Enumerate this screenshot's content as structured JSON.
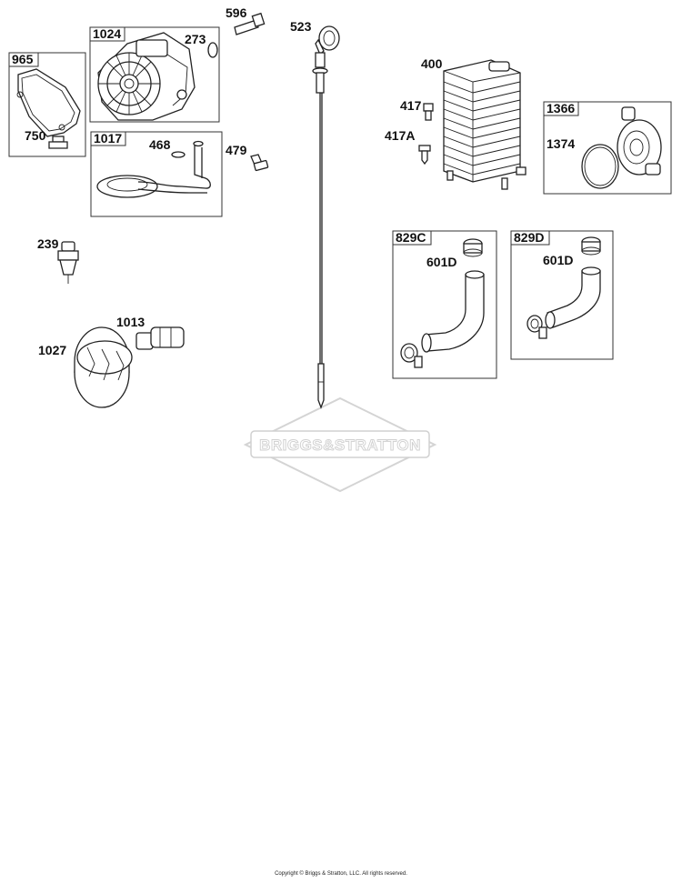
{
  "watermark": "BRIGGS&STRATTON",
  "copyright": "Copyright © Briggs & Stratton, LLC. All rights reserved.",
  "parts": {
    "p965": "965",
    "p750": "750",
    "p1024": "1024",
    "p273": "273",
    "p596": "596",
    "p1017": "1017",
    "p468": "468",
    "p479": "479",
    "p523": "523",
    "p400": "400",
    "p417": "417",
    "p417a": "417A",
    "p1366": "1366",
    "p1374": "1374",
    "p239": "239",
    "p1013": "1013",
    "p1027": "1027",
    "p829c": "829C",
    "p601d_c": "601D",
    "p829d": "829D",
    "p601d_d": "601D"
  }
}
